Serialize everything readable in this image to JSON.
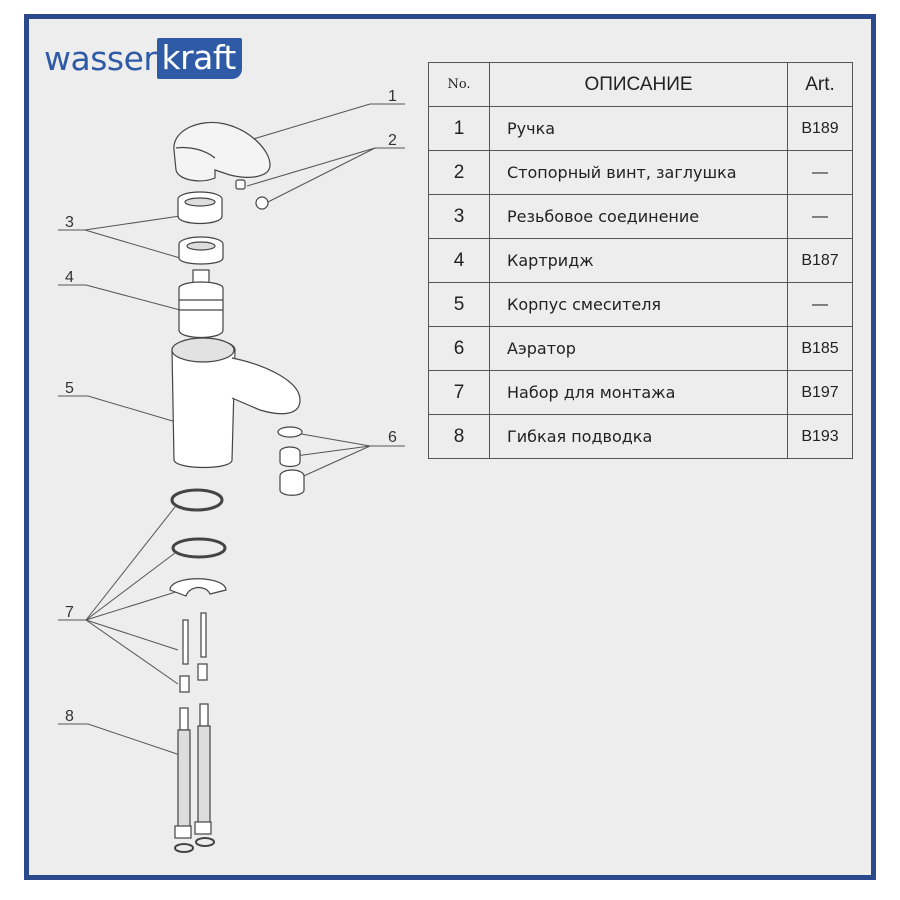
{
  "brand": {
    "name_light": "wasser",
    "name_bold": "kraft"
  },
  "table": {
    "headers": {
      "no": "No.",
      "description": "ОПИСАНИЕ",
      "art": "Art."
    },
    "rows": [
      {
        "no": "1",
        "description": "Ручка",
        "art": "B189"
      },
      {
        "no": "2",
        "description": "Стопорный винт, заглушка",
        "art": "—"
      },
      {
        "no": "3",
        "description": "Резьбовое соединение",
        "art": "—"
      },
      {
        "no": "4",
        "description": "Картридж",
        "art": "B187"
      },
      {
        "no": "5",
        "description": "Корпус смесителя",
        "art": "—"
      },
      {
        "no": "6",
        "description": "Аэратор",
        "art": "B185"
      },
      {
        "no": "7",
        "description": "Набор для монтажа",
        "art": "B197"
      },
      {
        "no": "8",
        "description": "Гибкая подводка",
        "art": "B193"
      }
    ]
  },
  "callouts": [
    "1",
    "2",
    "3",
    "4",
    "5",
    "6",
    "7",
    "8"
  ],
  "colors": {
    "frame": "#2b4a8c",
    "brand": "#2f5aa6",
    "background": "#ededed"
  }
}
